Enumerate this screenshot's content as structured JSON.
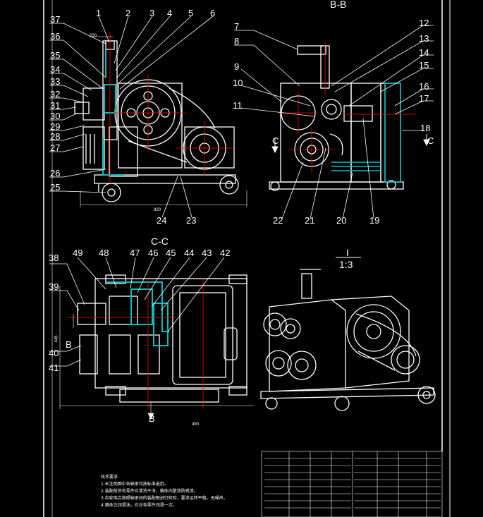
{
  "view_titles": {
    "section_bb": "B-B",
    "section_cc": "C-C",
    "detail": "I",
    "detail_scale": "1:3"
  },
  "callouts_front": [
    "1",
    "2",
    "3",
    "4",
    "5",
    "6",
    "37",
    "36",
    "35",
    "34",
    "33",
    "32",
    "31",
    "30",
    "29",
    "28",
    "27",
    "26",
    "25",
    "24",
    "23"
  ],
  "callouts_bb": [
    "7",
    "8",
    "9",
    "10",
    "11",
    "12",
    "13",
    "14",
    "15",
    "16",
    "17",
    "18",
    "22",
    "21",
    "20",
    "19"
  ],
  "callouts_cc": [
    "49",
    "48",
    "47",
    "46",
    "45",
    "44",
    "43",
    "42",
    "38",
    "39",
    "40",
    "41"
  ],
  "section_markers": {
    "c_left": "C",
    "c_right": "C",
    "b_left": "B",
    "b_bottom": "B"
  },
  "dimensions": {
    "front_width": "820",
    "cc_width": "490",
    "top_small": "200",
    "cc_height": "445"
  },
  "notes": {
    "title": "技术要求",
    "lines": [
      "1.未注明图中各轴承均按标准选用。",
      "2.装配前所有零件应清洗干净，箱体内壁涂防锈漆。",
      "3.齿轮啮合按照轴承间的装配图进行检验，要求运转平稳。无噪声。",
      "4.箱体注润滑油，应对各零件润滑一次。"
    ]
  },
  "colors": {
    "outline": "#ffffff",
    "centerline": "#ff0000",
    "section_fill": "#00bfbf",
    "background": "#000000"
  }
}
